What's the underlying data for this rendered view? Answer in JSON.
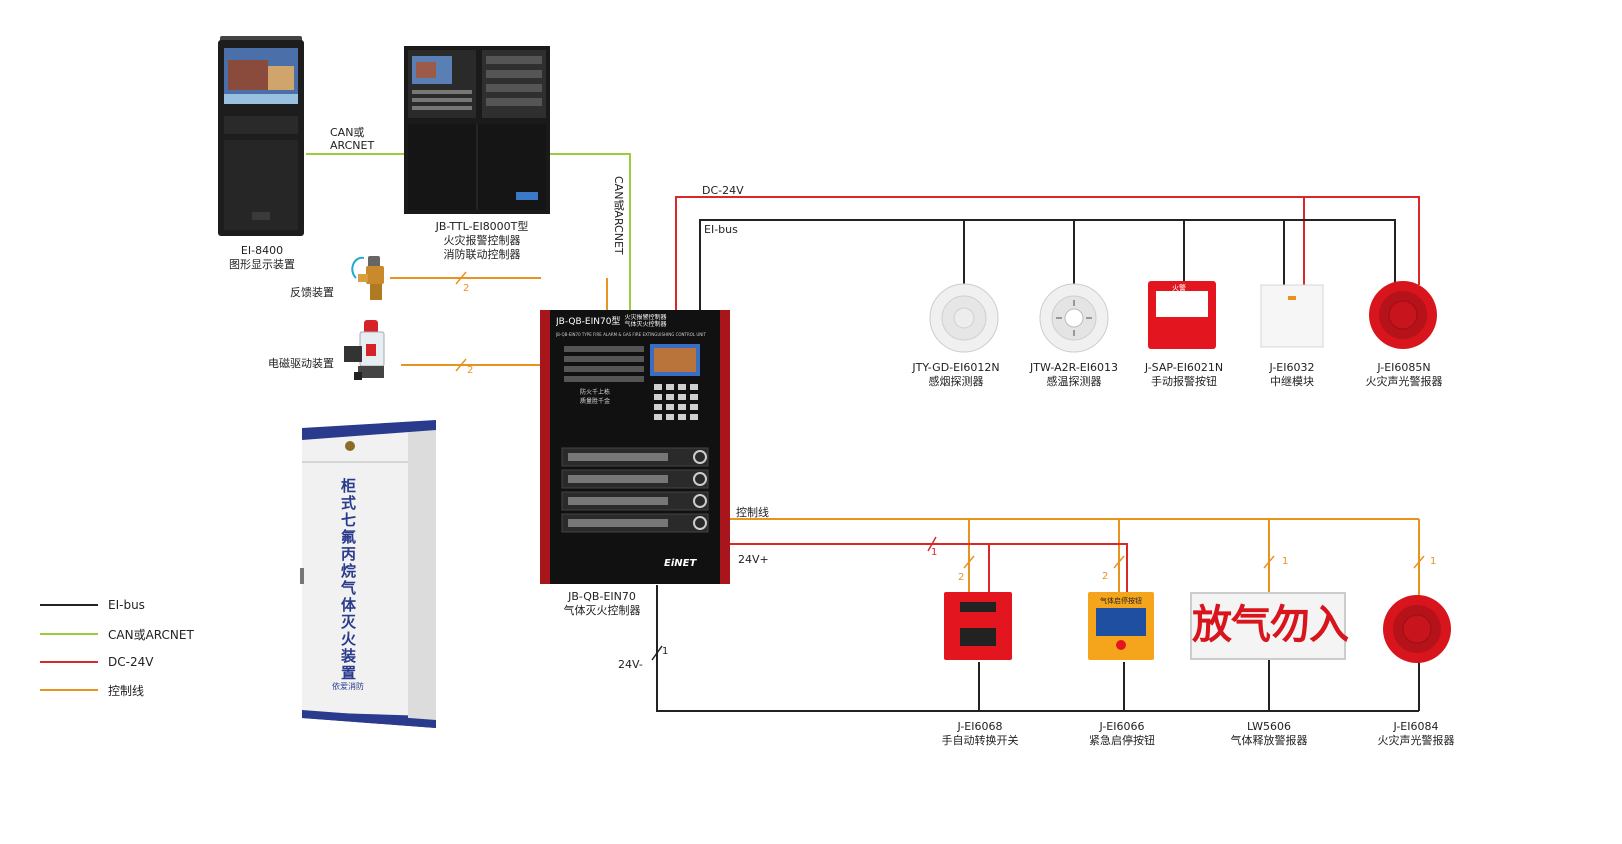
{
  "devices": {
    "graphic_display": {
      "model": "EI-8400",
      "name": "图形显示装置"
    },
    "alarm_controller": {
      "model": "JB-TTL-EI8000T型",
      "name1": "火灾报警控制器",
      "name2": "消防联动控制器"
    },
    "feedback_device": {
      "name": "反馈装置"
    },
    "solenoid_device": {
      "name": "电磁驱动装置"
    },
    "gas_controller": {
      "model": "JB-QB-EIN70",
      "name": "气体灭火控制器",
      "panel_title": "JB-QB-EIN70型",
      "panel_title_cn1": "火灾报警控制器",
      "panel_title_cn2": "气体灭火控制器",
      "panel_subtitle": "JB-QB-EIN70 TYPE FIRE ALARM & GAS FIRE EXTINGUISHING CONTROL UNIT",
      "panel_slogan1": "防火千上栋",
      "panel_slogan2": "质量胜千金",
      "brand": "EiNET"
    },
    "cabinet": {
      "label": "柜式七氟丙烷气体灭火装置",
      "brand": "依爱消防"
    },
    "smoke_detector": {
      "model": "JTY-GD-EI6012N",
      "name": "感烟探测器"
    },
    "heat_detector": {
      "model": "JTW-A2R-EI6013",
      "name": "感温探测器"
    },
    "manual_call_point": {
      "model": "J-SAP-EI6021N",
      "name": "手动报警按钮",
      "face_text": "火警"
    },
    "relay_module": {
      "model": "J-EI6032",
      "name": "中继模块"
    },
    "sounder_strobe_top": {
      "model": "J-EI6085N",
      "name": "火灾声光警报器"
    },
    "auto_manual_switch": {
      "model": "J-EI6068",
      "name": "手自动转换开关"
    },
    "emergency_button": {
      "model": "J-EI6066",
      "name": "紧急启停按钮",
      "face_text": "气体启停按钮"
    },
    "release_sign": {
      "model": "LW5606",
      "name": "气体释放警报器",
      "sign_text": "放气勿入"
    },
    "sounder_strobe_bottom": {
      "model": "J-EI6084",
      "name": "火灾声光警报器"
    }
  },
  "wire_labels": {
    "can_arcnet_line1": "CAN或",
    "can_arcnet_line2": "ARCNET",
    "can_arcnet_vertical": "CAN或ARCNET",
    "dc24v": "DC-24V",
    "eibus": "EI-bus",
    "control_line": "控制线",
    "v24_plus": "24V+",
    "v24_minus": "24V-"
  },
  "wire_counts": {
    "feedback": "2",
    "solenoid": "2",
    "red_24v": "1",
    "switch_ctrl": "2",
    "button_ctrl": "2",
    "sign_ctrl": "1",
    "sounder_ctrl": "1",
    "minus_24v": "1"
  },
  "legend": [
    {
      "label": "EI-bus",
      "color": "#222222"
    },
    {
      "label": "CAN或ARCNET",
      "color": "#9ccc3c"
    },
    {
      "label": "DC-24V",
      "color": "#d8282a"
    },
    {
      "label": "控制线",
      "color": "#e8921f"
    }
  ],
  "colors": {
    "eibus": "#222222",
    "can": "#9ccc3c",
    "dc24v": "#d8282a",
    "control": "#e8921f",
    "panel_red": "#a8151b",
    "cabinet_blue": "#2a3a8c"
  }
}
